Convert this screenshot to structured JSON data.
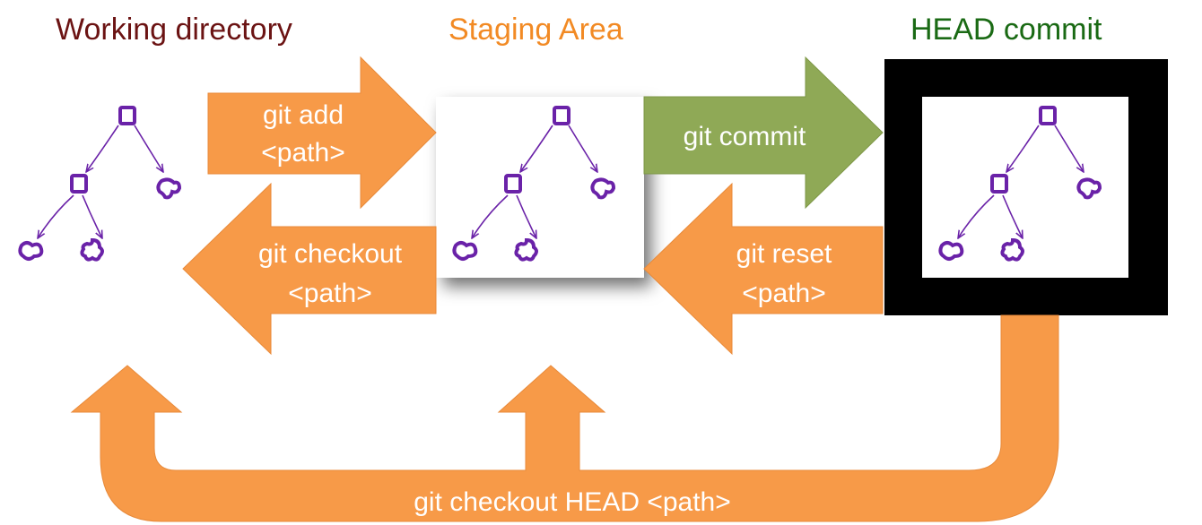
{
  "columns": {
    "working_directory": "Working directory",
    "staging_area": "Staging Area",
    "head_commit": "HEAD commit"
  },
  "arrows": {
    "git_add": [
      "git add",
      "<path>"
    ],
    "git_checkout_path": [
      "git checkout",
      "<path>"
    ],
    "git_commit": [
      "git commit"
    ],
    "git_reset": [
      "git reset",
      "<path>"
    ],
    "git_checkout_head": "git checkout HEAD <path>"
  },
  "colors": {
    "working_directory_title": "#6b1313",
    "staging_area_title": "#f28a24",
    "head_commit_title": "#1a6a14",
    "orange_arrow": "#f79a48",
    "green_arrow": "#8fa956",
    "tree": "#6a22a8"
  }
}
